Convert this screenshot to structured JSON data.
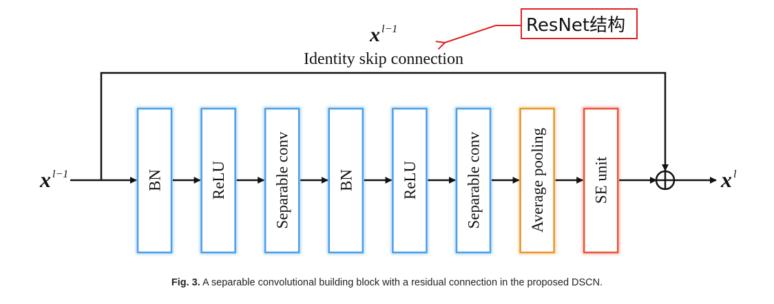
{
  "diagram": {
    "input_label": {
      "base": "x",
      "sup": "l−1"
    },
    "output_label": {
      "base": "x",
      "sup": "l"
    },
    "skip_top_label": {
      "base": "x",
      "sup": "l−1"
    },
    "skip_connection_label": "Identity skip connection",
    "annotation": "ResNet结构",
    "annotation_color": "#e02020",
    "blocks": [
      {
        "label": "BN",
        "color": "#4a9fe8"
      },
      {
        "label": "ReLU",
        "color": "#4a9fe8"
      },
      {
        "label": "Separable conv",
        "color": "#4a9fe8"
      },
      {
        "label": "BN",
        "color": "#4a9fe8"
      },
      {
        "label": "ReLU",
        "color": "#4a9fe8"
      },
      {
        "label": "Separable conv",
        "color": "#4a9fe8"
      },
      {
        "label": "Average pooling",
        "color": "#e8962a"
      },
      {
        "label": "SE unit",
        "color": "#e8553a"
      }
    ]
  },
  "caption": {
    "prefix": "Fig. 3.",
    "text": "A separable convolutional building block with a residual connection in the proposed DSCN."
  }
}
